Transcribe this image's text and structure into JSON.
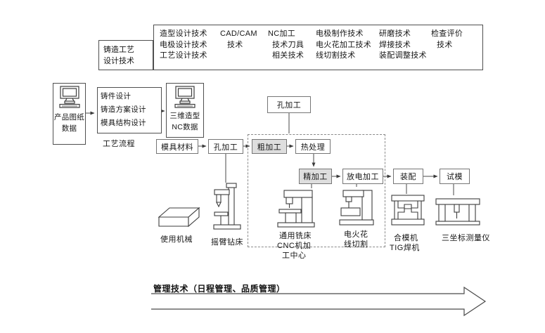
{
  "tech_panel": {
    "columns": [
      {
        "lines": [
          "造型设计技术",
          "电极设计技术",
          "工艺设计技术"
        ]
      },
      {
        "lines": [
          "CAD/CAM",
          "技术"
        ]
      },
      {
        "lines": [
          "NC加工",
          "技术刀具",
          "相关技术"
        ]
      },
      {
        "lines": [
          "电极制作技术",
          "电火花加工技术",
          "线切割技术"
        ]
      },
      {
        "lines": [
          "研磨技术",
          "焊接技术",
          "装配调整技术"
        ]
      },
      {
        "lines": [
          "检查评价",
          "技术"
        ]
      }
    ]
  },
  "casting_box": {
    "line1": "铸造工艺",
    "line2": "设计技术"
  },
  "product_box": {
    "line1": "产品图纸",
    "line2": "数据"
  },
  "design_box": {
    "line1": "铸件设计",
    "line2": "铸造方案设计",
    "line3": "模具结构设计"
  },
  "process_flow_label": "工艺流程",
  "nc_box": {
    "line1": "三维造型",
    "line2": "NC数据"
  },
  "hole_top_label": "孔加工",
  "flow_row1": {
    "mold_material": "模具材料",
    "hole": "孔加工",
    "rough": "粗加工",
    "heat": "热处理"
  },
  "flow_row2": {
    "finish": "精加工",
    "edm": "放电加工",
    "assembly": "装配",
    "trial": "试模"
  },
  "machines": {
    "block": "使用机械",
    "drill": "摇臂钻床",
    "mill_line1": "通用铣床",
    "mill_line2": "CNC机加",
    "mill_line3": "工中心",
    "wirecut_line1": "电火花",
    "wirecut_line2": "线切割",
    "clamp_line1": "合模机",
    "clamp_line2": "TIG焊机",
    "cmm": "三坐标测量仪"
  },
  "management_label": "管理技术（日程管理、品质管理）"
}
